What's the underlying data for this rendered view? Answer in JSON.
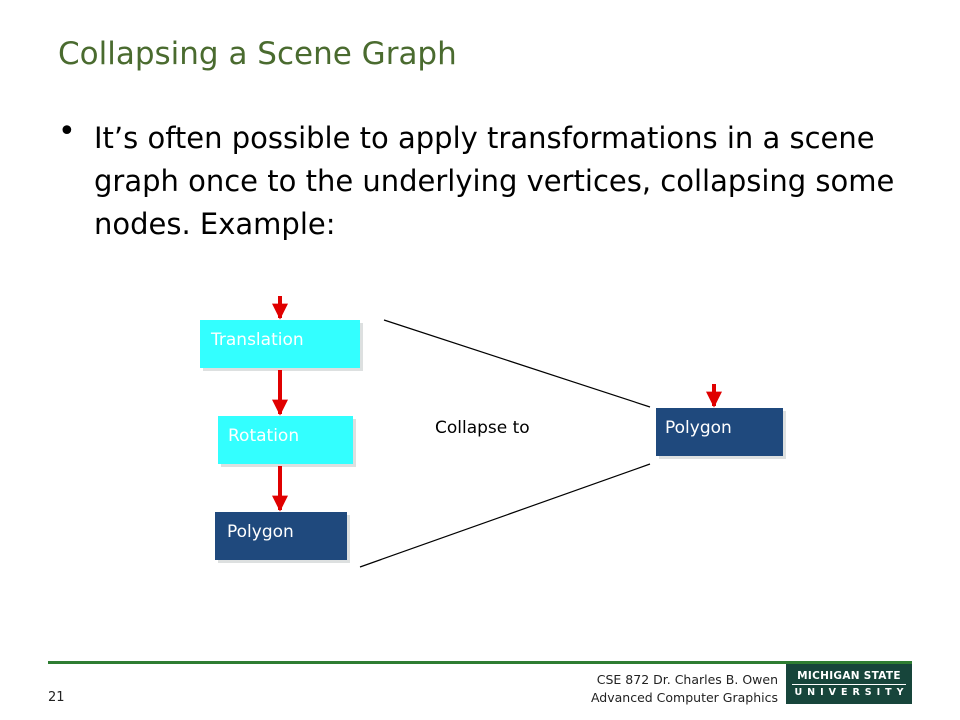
{
  "slide": {
    "title": "Collapsing a Scene Graph",
    "bullet": "It’s often possible to apply transformations in a scene graph once to the underlying vertices, collapsing some nodes.  Example:"
  },
  "diagram": {
    "nodes": [
      {
        "label": "Translation",
        "fill": "#33ffff"
      },
      {
        "label": "Rotation",
        "fill": "#33ffff"
      },
      {
        "label": "Polygon",
        "fill": "#1f497d"
      },
      {
        "label": "Polygon",
        "fill": "#1f497d"
      }
    ],
    "collapse_label": "Collapse to",
    "arrow_color": "#e00000"
  },
  "footer": {
    "page_number": "21",
    "course_line": "CSE 872 Dr. Charles B. Owen",
    "subtitle_line": "Advanced Computer Graphics",
    "logo_top": "MICHIGAN STATE",
    "logo_bottom": "UNIVERSITY",
    "rule_color": "#2e7d32",
    "logo_color": "#17453b"
  }
}
